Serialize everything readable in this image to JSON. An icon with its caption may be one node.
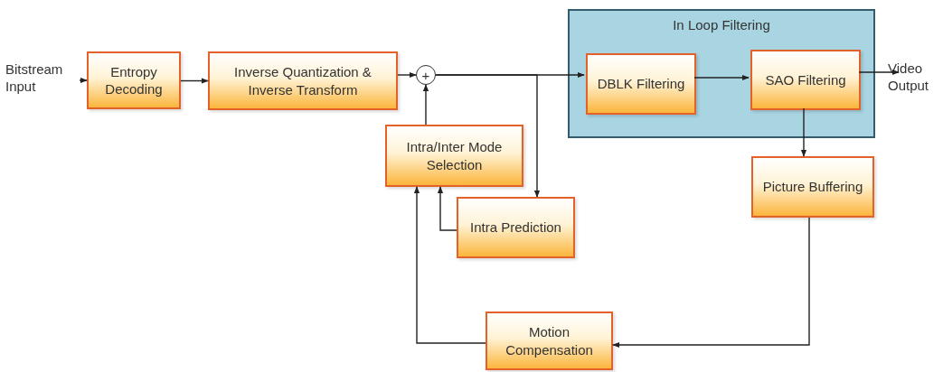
{
  "diagram": {
    "nodes": [
      {
        "text": [
          "Bitstream Input"
        ]
      },
      {
        "text": [
          "Entropy Decoding"
        ]
      },
      {
        "text": [
          "Inverse Quantization & Inverse Transform"
        ]
      },
      {
        "text": [
          "+"
        ]
      },
      {
        "text": [
          "In Loop Filtering"
        ]
      },
      {
        "text": [
          "DBLK Filtering"
        ],
        "in": 4
      },
      {
        "text": [
          "SAO Filtering"
        ],
        "in": 4
      },
      {
        "text": [
          "Video Output"
        ]
      },
      {
        "text": [
          "Intra/Inter Mode Selection"
        ]
      },
      {
        "text": [
          "Intra Prediction"
        ]
      },
      {
        "text": [
          "Picture Buffering"
        ]
      },
      {
        "text": [
          "Motion Compensation"
        ]
      }
    ],
    "edges": [
      {
        "from": 0,
        "to": 1,
        "arrow": "to"
      },
      {
        "from": 1,
        "to": 2,
        "arrow": "to"
      },
      {
        "from": 2,
        "to": 3,
        "arrow": "to"
      },
      {
        "from": 3,
        "to": 5,
        "arrow": "to"
      },
      {
        "from": 5,
        "to": 6,
        "arrow": "to"
      },
      {
        "from": 6,
        "to": 7,
        "arrow": "to"
      },
      {
        "from": 3,
        "to": 9,
        "arrow": "to"
      },
      {
        "from": 8,
        "to": 3,
        "arrow": "to"
      },
      {
        "from": 9,
        "to": 8,
        "arrow": "to"
      },
      {
        "from": 6,
        "to": 10,
        "arrow": "to"
      },
      {
        "from": 10,
        "to": 11,
        "arrow": "to"
      },
      {
        "from": 11,
        "to": 8,
        "arrow": "to"
      }
    ]
  }
}
